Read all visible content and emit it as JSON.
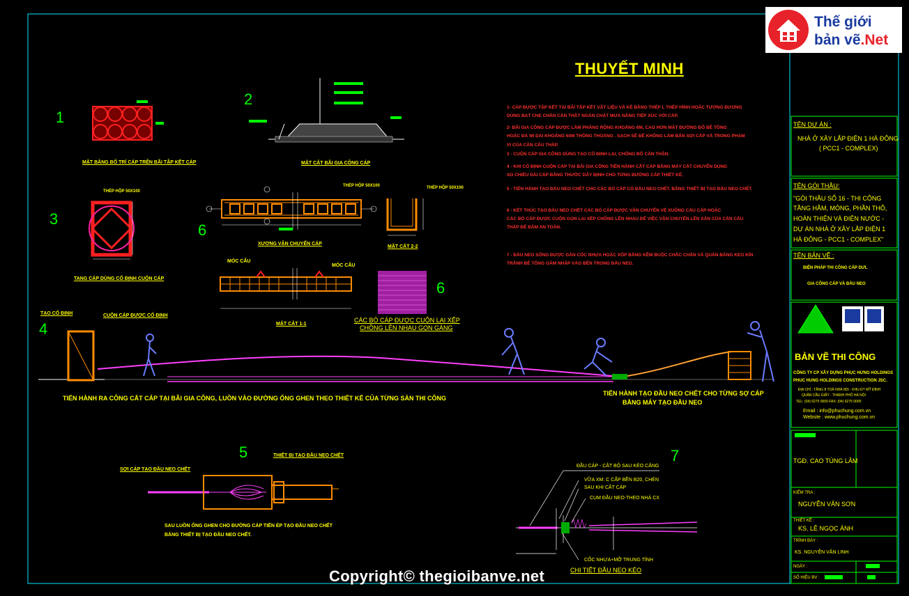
{
  "numbers": {
    "n1": "1",
    "n2": "2",
    "n3": "3",
    "n4": "4",
    "n5": "5",
    "n6a": "6",
    "n6b": "6",
    "n7": "7"
  },
  "title": "THUYẾT MINH",
  "notes": [
    "1- CÁP ĐƯỢC TẬP KẾT TẠI BÃI TẬP KẾT VẬT LIỆU VÀ KÊ BẰNG THÉP L THÉP HÌNH HOẶC TƯƠNG ĐƯƠNG",
    "DÙNG BẠT CHE CHẮN CẦN THẬT NGĂN CHẶT MƯA NẮNG TIẾP XÚC VỚI CÁP.",
    "2- BÃI GIA CÔNG CÁP ĐƯỢC LÀM PHẲNG RỘNG KHOẢNG 6M, CAO HƠN MẶT ĐƯỜNG ĐỔ BÊ TÔNG",
    "HOẶC ĐÁ MI DÀI KHOẢNG 60M THÔNG THOÁNG . SẠCH SẼ ĐỂ KHÔNG LÀM BẨN SỢI CÁP VÀ TRONG PHẠM",
    "VI CỦA CẦN CẨU THÁP.",
    "3 - CUỘN CÁP GIA CÔNG DÙNG TẠO CỐ ĐỊNH LẠI, CHỐNG ĐỔ CẦN THẬN.",
    "4 - KHI CỐ ĐỊNH CUỘN CÁP TẠI BÃI GIA CÔNG TIẾN HÀNH CẮT CÁP BẰNG MÁY CẮT CHUYÊN DỤNG",
    "SO CHIỀU DÀI CÁP BẰNG THƯỚC DÂY ĐỊNH CHO TỪNG ĐƯỜNG CÁP THIẾT KẾ.",
    "5 - TIẾN HÀNH TẠO ĐẦU NEO CHẾT CHO CÁC BÓ CÁP CÓ ĐẦU NEO CHẾT. BẰNG THIẾT BỊ TẠO ĐẦU NEO CHẾT.",
    "6 - KẾT THÚC TẠO ĐẦU NEO CHẾT CÁC BÓ CÁP ĐƯỢC VẬN CHUYỂN VỀ XUỐNG CẦU CÁP HOẶC",
    "CÁC BÓ CÁP ĐƯỢC CUỘN GỌN LẠI XẾP CHỒNG LÊN NHAU ĐỂ VIỆC VẬN CHUYỂN LÊN SÀN CỦA CẦN CẨU",
    "THÁP ĐỂ ĐẢM AN TOÀN.",
    "7 - ĐẦU NEO SỐNG ĐƯỢC GẮN CỐC NHỰA HOẶC XỐP BẰNG KẼM BUỘC CHẮC CHẮN VÀ QUẤN BĂNG KEO KÍN",
    "TRÁNH BÊ TÔNG GÂM NHẬP VÀO BÊN TRONG ĐẦU NEO."
  ],
  "labels": {
    "d1": "MẶT BẰNG BỐ TRÍ CÁP TRÊN BÃI TẬP KẾT CÁP",
    "d2": "MẶT CẮT BÃI GIA CÔNG CÁP",
    "d3_top": "THÉP HỘP 50X100",
    "d3": "TANG CÁP DÙNG CỐ ĐỊNH CUỘN CÁP",
    "d6_top": "THÉP HỘP 50X100",
    "d6_sec_top": "THÉP HỘP 50X100",
    "d6": "XƯƠNG VẬN CHUYỂN CÁP",
    "d6_sec": "MẶT CẮT 2-2",
    "moc_cau_1": "MÓC CẨU",
    "moc_cau_2": "MÓC CẨU",
    "d6_11": "MẶT CẮT 1-1",
    "d6_coil_1": "CÁC BÓ CÁP ĐƯỢC CUỘN LẠI XẾP",
    "d6_coil_2": "CHỒNG LÊN NHAU GỌN GÀNG",
    "tao_co_dinh": "TẠO CỐ ĐỊNH",
    "cuon_cap": "CUỘN CÁP ĐƯỢC CỐ ĐỊNH",
    "cut_cable": "TIẾN HÀNH RA CÔNG CẮT CÁP TẠI BÃI GIA CÔNG, LUỒN VÀO ĐƯỜNG ỐNG GHEN THEO  THIẾT KẾ CỦA TỪNG SÀN THI CÔNG",
    "anchor_1": "TIẾN HÀNH TẠO ĐẦU NEO CHẾT CHO TỪNG SỢ CÁP",
    "anchor_2": "BẰNG MÁY TẠO ĐẦU NEO",
    "d5_left": "SỢI CÁP TẠO ĐẦU NEO CHẾT",
    "d5_right": "THIẾT BỊ TẠO ĐẦU NEO CHẾT",
    "d5_note_1": "SAU LUỒN ỐNG GHEN CHO ĐƯỜNG CÁP TIẾN ÉP TẠO ĐẦU NEO CHẾT",
    "d5_note_2": "BẰNG THIẾT BỊ TẠO ĐẦU NEO CHẾT.",
    "d7_a": "ĐẦU CÁP - CẮT BỎ SAU KÉO CĂNG",
    "d7_b": "VỮA XM: C CẤP BỀN B20, CHÈN",
    "d7_c": "SAU KHI CẮT CÁP",
    "d7_d": "CỤM ĐẦU NEO-THEO NHÀ CX",
    "d7_e": "CỐC NHỰA+MỠ TRUNG TÍNH",
    "d7_title": "CHI TIẾT ĐẦU NEO KÉO"
  },
  "titleblock": {
    "project_label": "TÊN DỰ ÁN :",
    "project_1": "NHÀ Ở XÂY LẮP ĐIỆN 1 HÀ ĐÔNG",
    "project_2": "( PCC1 - COMPLEX)",
    "package_label": "TÊN GÓI THẦU:",
    "package": [
      "\"GÓI THẦU SỐ 16 - THI CÔNG",
      "TẦNG HẦM, MÓNG, PHẦN THÔ,",
      "HOÀN THIỆN VÀ ĐIỆN NƯỚC -",
      "DỰ ÁN NHÀ Ở XÂY LẮP ĐIỆN 1",
      "HÀ ĐÔNG - PCC1 - COMPLEX\""
    ],
    "drawing_label": "TÊN BẢN VẼ :",
    "drawing_1": "BIỆN PHÁP THI CÔNG CÁP DƯL",
    "drawing_2": "GIA CÔNG CÁP VÀ ĐẦU NEO",
    "stage": "BẢN VẼ THI CÔNG",
    "company": [
      "CÔNG TY CP XÂY DỰNG PHỤC HƯNG HOLDINGS",
      "PHUC HUNG HOLDINGS CONSTRUCTION JSC."
    ],
    "address": [
      "ĐỊA CHỈ : TẦNG 8 TOÀ NHÀ 8DI - KHU ĐT MỸ ĐÌNH",
      "QUẬN CẦU GIẤY - THÀNH PHỐ HÀ NỘI",
      "TEL: (04) 6275 0000   FAX: (04) 6275 0000"
    ],
    "email": "Email : info@phuchung.com.vn",
    "website": "Website : www.phuchung.com.vn",
    "director": "TGĐ. CAO TÙNG LÂM",
    "checker_label": "KIỂM TRA :",
    "checker": "NGUYỄN VĂN SƠN",
    "designer_label": "THIẾT KẾ :",
    "designer": "KS. LÊ NGỌC ÁNH",
    "drafter_label": "TRÌNH BÀY :",
    "drafter": "KS. NGUYỄN VĂN LINH",
    "date_label": "NGÀY :",
    "sheet_label": "SỐ HIỆU BV :"
  },
  "logo": {
    "line1": "Thế giới",
    "line2a": "bản vẽ",
    "line2b": ".Net"
  },
  "copyright": "Copyright© thegioibanve.net",
  "colors": {
    "background": "#000000",
    "frame": "#00e5ff",
    "primary": "#00ff00",
    "accent": "#ffff00",
    "cable": "#ff40ff",
    "detail": "#ff8c00",
    "red": "#ff3030"
  }
}
